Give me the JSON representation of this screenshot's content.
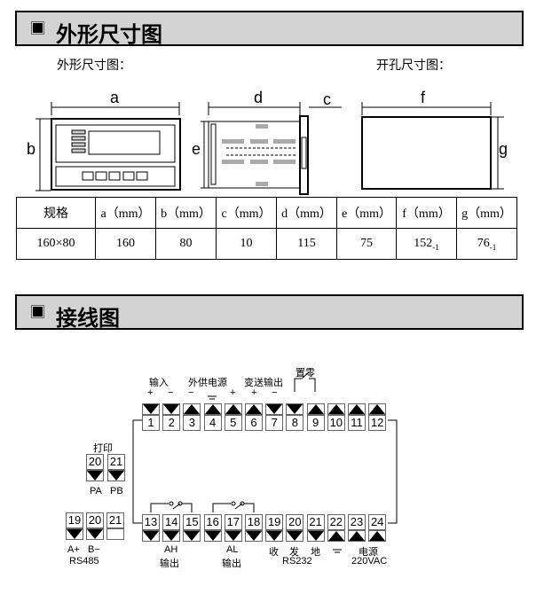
{
  "section1": {
    "title": "外形尺寸图",
    "outline_label": "外形尺寸图：",
    "cutout_label": "开孔尺寸图："
  },
  "dims": {
    "a": "a",
    "b": "b",
    "c": "c",
    "d": "d",
    "e": "e",
    "f": "f",
    "g": "g"
  },
  "table": {
    "headers": [
      "规格",
      "a（mm）",
      "b（mm）",
      "c（mm）",
      "d（mm）",
      "e（mm）",
      "f（mm）",
      "g（mm）"
    ],
    "row": [
      "160×80",
      "160",
      "80",
      "10",
      "115",
      "75",
      "152",
      "76"
    ],
    "tol": "-1"
  },
  "section2": {
    "title": "接线图"
  },
  "wiring": {
    "top": [
      {
        "n": "1",
        "d": "down"
      },
      {
        "n": "2",
        "d": "down"
      },
      {
        "n": "3",
        "d": "up"
      },
      {
        "n": "4",
        "d": "up"
      },
      {
        "n": "5",
        "d": "up"
      },
      {
        "n": "6",
        "d": "up"
      },
      {
        "n": "7",
        "d": "down"
      },
      {
        "n": "8",
        "d": "down"
      },
      {
        "n": "9",
        "d": "up"
      },
      {
        "n": "10",
        "d": "up"
      },
      {
        "n": "11",
        "d": "up"
      },
      {
        "n": "12",
        "d": "up"
      }
    ],
    "bottom": [
      {
        "n": "13",
        "d": "down"
      },
      {
        "n": "14",
        "d": "down"
      },
      {
        "n": "15",
        "d": "down"
      },
      {
        "n": "16",
        "d": "down"
      },
      {
        "n": "17",
        "d": "down"
      },
      {
        "n": "18",
        "d": "down"
      },
      {
        "n": "19",
        "d": "down"
      },
      {
        "n": "20",
        "d": "down"
      },
      {
        "n": "21",
        "d": "down"
      },
      {
        "n": "22",
        "d": "up"
      },
      {
        "n": "23",
        "d": "up"
      },
      {
        "n": "24",
        "d": "up"
      }
    ],
    "print": [
      {
        "n": "20",
        "d": "down"
      },
      {
        "n": "21",
        "d": "down"
      }
    ],
    "rs485": [
      {
        "n": "19",
        "d": "down"
      },
      {
        "n": "20",
        "d": "down"
      },
      {
        "n": "21",
        "d": "none"
      }
    ],
    "labels": {
      "input": "输入",
      "ext_power": "外供电源",
      "transmit": "变送输出",
      "zero": "置零",
      "print": "打印",
      "pa": "PA",
      "pb": "PB",
      "a_plus": "A+",
      "b_minus": "B−",
      "rs485": "RS485",
      "ah": "AH",
      "al": "AL",
      "out": "输出",
      "out2": "输出",
      "recv": "收",
      "send": "发",
      "gnd": "地",
      "rs232": "RS232",
      "power": "电源",
      "vac": "220VAC"
    },
    "signs": [
      "+",
      "−",
      "−",
      "+",
      "+",
      "−"
    ]
  }
}
